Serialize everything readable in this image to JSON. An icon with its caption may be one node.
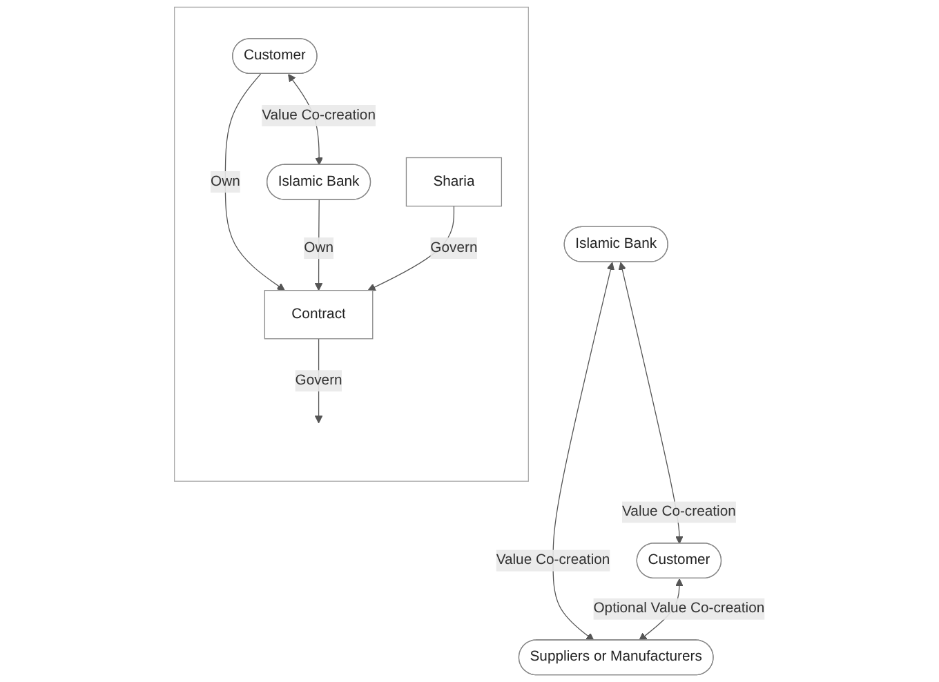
{
  "diagram": {
    "nodes": [
      {
        "text": [],
        "shape": "box"
      },
      {
        "text": [
          "Customer"
        ],
        "in": 0
      },
      {
        "text": [
          "Islamic Bank"
        ],
        "in": 0
      },
      {
        "text": [
          "Contract"
        ],
        "in": 0
      },
      {
        "text": [
          "Sharia"
        ],
        "in": 0
      },
      {
        "text": [
          "Islamic Bank"
        ]
      },
      {
        "text": [
          "Customer"
        ]
      },
      {
        "text": [
          "Suppliers or Manufacturers"
        ]
      }
    ],
    "edges": [
      {
        "from": 1,
        "to": 2,
        "arrow": "both",
        "label": "Value Co-creation"
      },
      {
        "from": 1,
        "to": 3,
        "arrow": "to",
        "label": "Own"
      },
      {
        "from": 2,
        "to": 3,
        "arrow": "to",
        "label": "Own"
      },
      {
        "from": 3,
        "to": null,
        "arrow": "to",
        "label": "Govern"
      },
      {
        "from": 4,
        "to": 3,
        "arrow": "to",
        "label": "Govern"
      },
      {
        "from": 5,
        "to": 6,
        "arrow": "both",
        "label": "Value Co-creation"
      },
      {
        "from": 5,
        "to": 7,
        "arrow": "both",
        "label": "Value Co-creation"
      },
      {
        "from": 6,
        "to": 7,
        "arrow": "both",
        "label": "Optional Value Co-creation"
      }
    ]
  }
}
